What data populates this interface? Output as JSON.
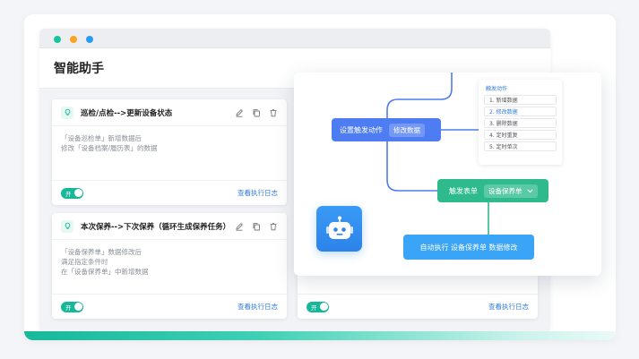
{
  "window": {
    "title": "智能助手"
  },
  "rules": [
    {
      "name": "巡检/点检-->更新设备状态",
      "lines": [
        "「设备巡检单」新增数据后",
        "修改「设备档案/履历表」的数据"
      ],
      "toggle_label": "开",
      "log_link": "查看执行日志"
    },
    {
      "name": "本次保养-->下次保养（循环生成保养任务）",
      "lines": [
        "「设备保养单」数据修改后",
        "满足指定条件时",
        "在「设备保养单」中新增数据"
      ],
      "toggle_label": "开",
      "log_link": "查看执行日志"
    },
    {
      "toggle_label": "开",
      "log_link": "查看执行日志"
    }
  ],
  "flow": {
    "set_action": {
      "label": "设置触发动作",
      "value": "修改数据"
    },
    "action_menu": {
      "title": "触发动作",
      "items": [
        "1. 新增数据",
        "2. 修改数据",
        "3. 删除数据",
        "4. 定时重复",
        "5. 定时单次"
      ],
      "selected_index": 1
    },
    "trigger": {
      "label": "触发表单",
      "value": "设备保养单"
    },
    "execute": {
      "label": "自动执行 设备保养单 数据修改"
    }
  },
  "icons": {
    "rule": "lightbulb-icon",
    "edit": "pencil-icon",
    "copy": "copy-icon",
    "delete": "trash-icon",
    "select": "chevron-down-icon",
    "assistant": "robot-icon"
  },
  "colors": {
    "brand_green": "#17b89a",
    "node_blue": "#4e7cf2",
    "node_green": "#2fba8e",
    "node_sky": "#3aa4f7",
    "link_blue": "#2f7bd8"
  }
}
